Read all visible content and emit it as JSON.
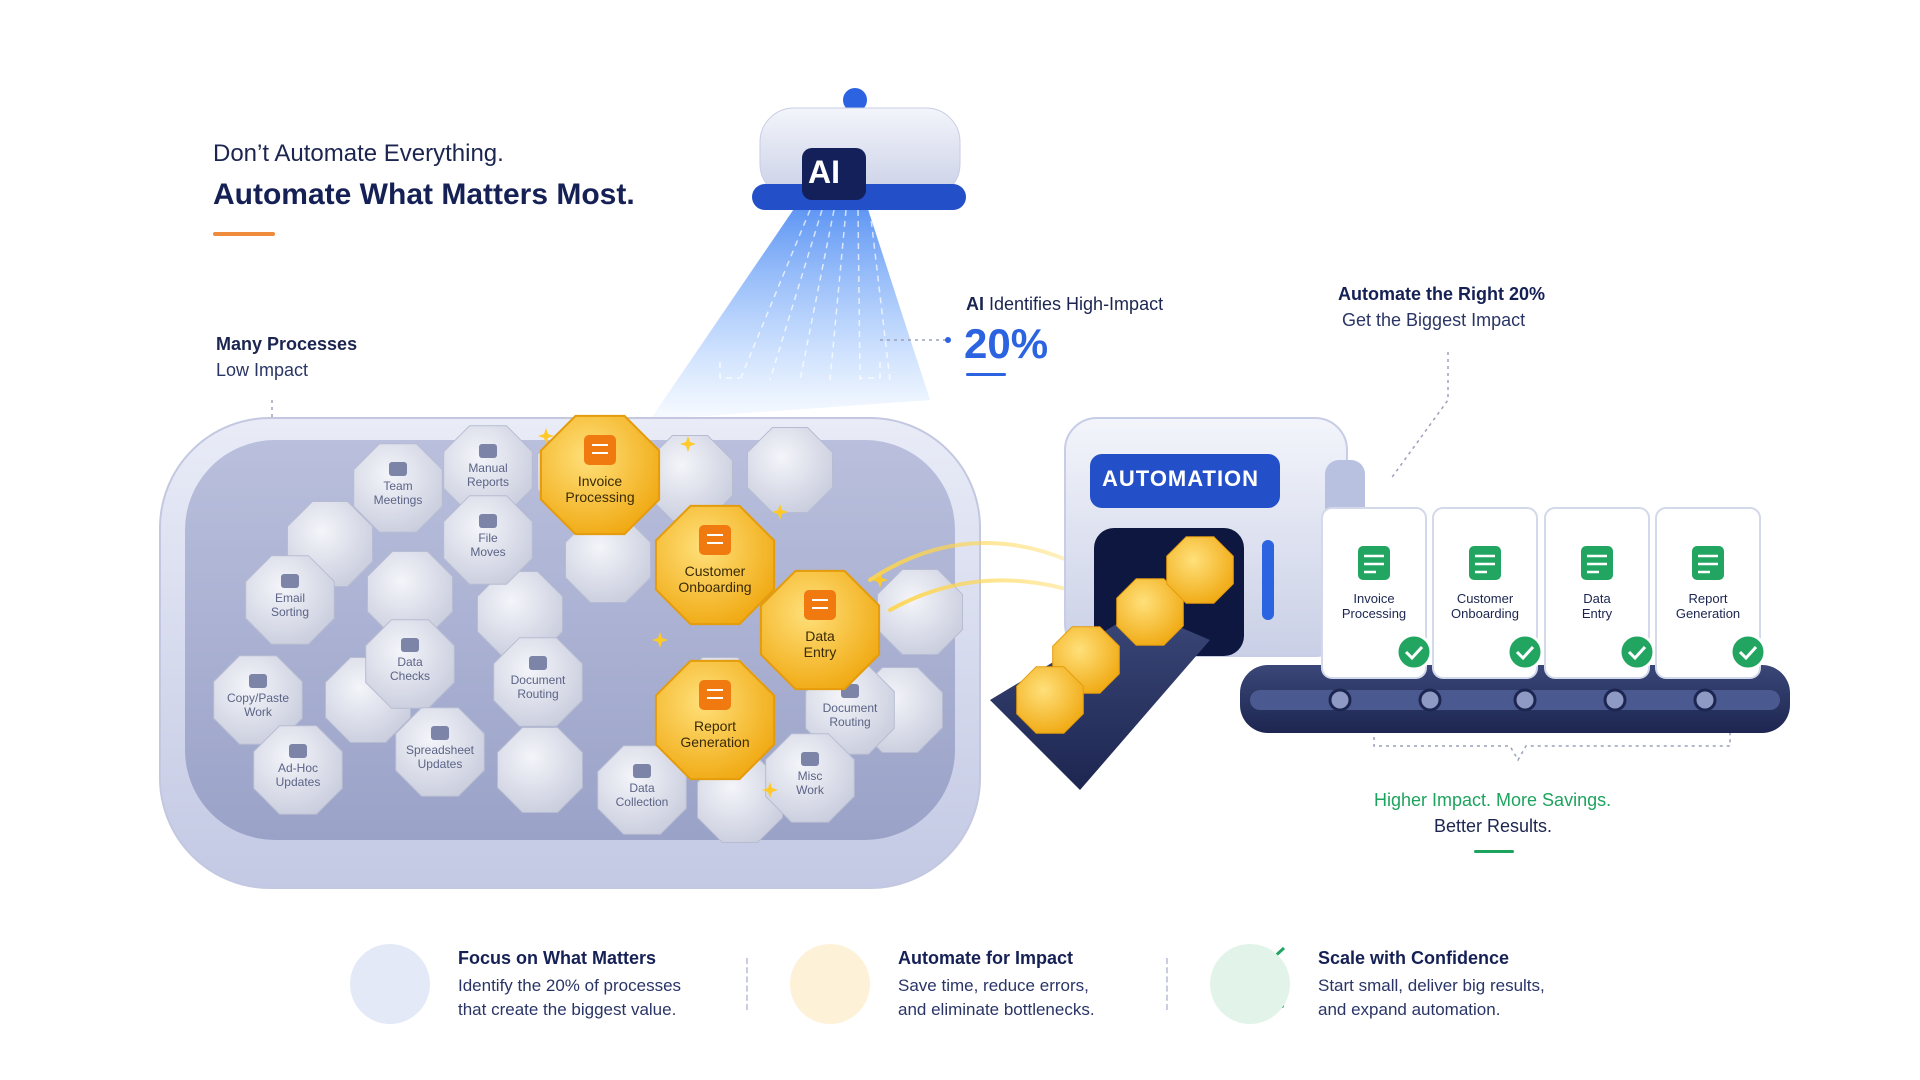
{
  "headline": {
    "line1": "Don’t Automate Everything.",
    "line2": "Automate What Matters Most."
  },
  "many_processes": {
    "title": "Many Processes",
    "subtitle": "Low Impact"
  },
  "ai_device": {
    "label": "AI"
  },
  "ai_callout": {
    "prefix": "AI",
    "text": " Identifies High-Impact",
    "percent": "20%"
  },
  "right_callout": {
    "title": "Automate the Right 20%",
    "subtitle": "Get the Biggest Impact"
  },
  "machine": {
    "label": "AUTOMATION"
  },
  "gray_blocks": [
    {
      "line1": "Team",
      "line2": "Meetings"
    },
    {
      "line1": "Manual",
      "line2": "Reports"
    },
    {
      "line1": "File",
      "line2": "Moves"
    },
    {
      "line1": "Email",
      "line2": "Sorting"
    },
    {
      "line1": "Data",
      "line2": "Checks"
    },
    {
      "line1": "Copy/Paste",
      "line2": "Work"
    },
    {
      "line1": "Spreadsheet",
      "line2": "Updates"
    },
    {
      "line1": "Ad-Hoc",
      "line2": "Updates"
    },
    {
      "line1": "Document",
      "line2": "Routing"
    },
    {
      "line1": "Document",
      "line2": "Routing"
    },
    {
      "line1": "Data",
      "line2": "Collection"
    },
    {
      "line1": "Misc",
      "line2": "Work"
    }
  ],
  "gold_blocks": [
    {
      "line1": "Invoice",
      "line2": "Processing"
    },
    {
      "line1": "Customer",
      "line2": "Onboarding"
    },
    {
      "line1": "Data",
      "line2": "Entry"
    },
    {
      "line1": "Report",
      "line2": "Generation"
    }
  ],
  "output_cards": [
    {
      "line1": "Invoice",
      "line2": "Processing",
      "icon": "invoice-icon"
    },
    {
      "line1": "Customer",
      "line2": "Onboarding",
      "icon": "user-add-icon"
    },
    {
      "line1": "Data",
      "line2": "Entry",
      "icon": "table-icon"
    },
    {
      "line1": "Report",
      "line2": "Generation",
      "icon": "bar-chart-icon"
    }
  ],
  "results": {
    "line1": "Higher Impact. More Savings.",
    "line2": "Better Results."
  },
  "benefits": [
    {
      "title": "Focus on What Matters",
      "line1": "Identify the 20% of processes",
      "line2": "that create the biggest value.",
      "icon": "target-icon"
    },
    {
      "title": "Automate for Impact",
      "line1": "Save time, reduce errors,",
      "line2": "and eliminate bottlenecks.",
      "icon": "lightning-icon"
    },
    {
      "title": "Scale with Confidence",
      "line1": "Start small, deliver big results,",
      "line2": "and expand automation.",
      "icon": "growth-chart-icon"
    }
  ],
  "colors": {
    "navy": "#152055",
    "blue": "#2b63e0",
    "gold": "#f7c531",
    "green": "#1ea35e",
    "orange": "#f08a3c"
  }
}
